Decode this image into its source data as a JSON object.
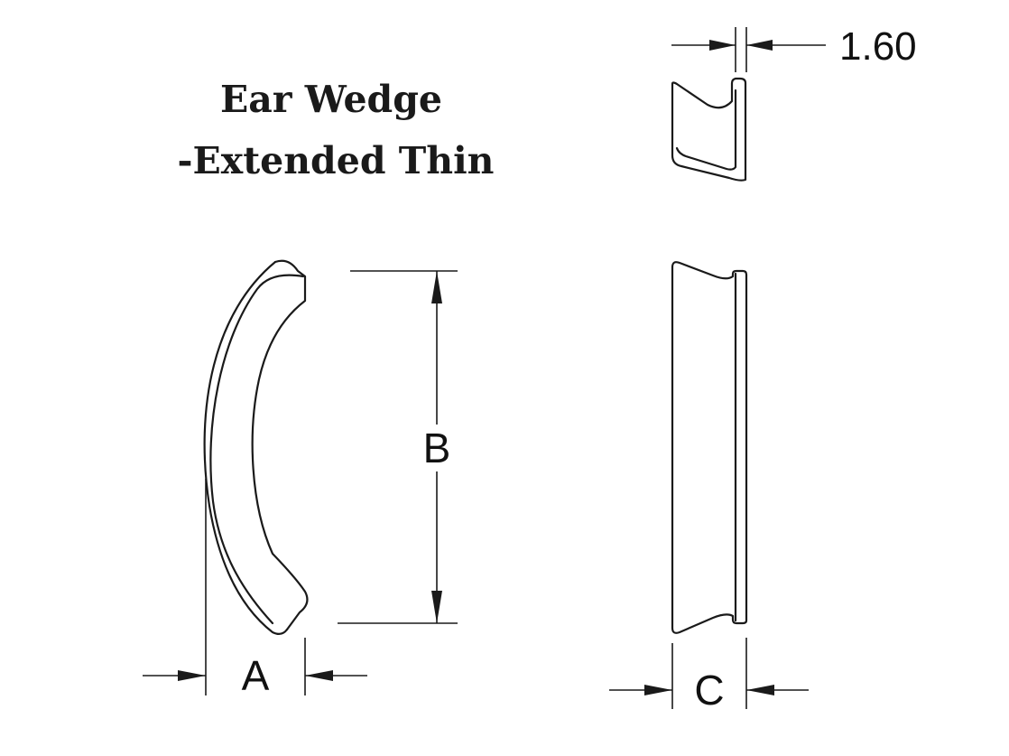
{
  "title": {
    "line1": "Ear Wedge",
    "line2": "-Extended Thin"
  },
  "dimensions": {
    "thickness": "1.60",
    "width": "A",
    "height": "B",
    "depth": "C"
  }
}
